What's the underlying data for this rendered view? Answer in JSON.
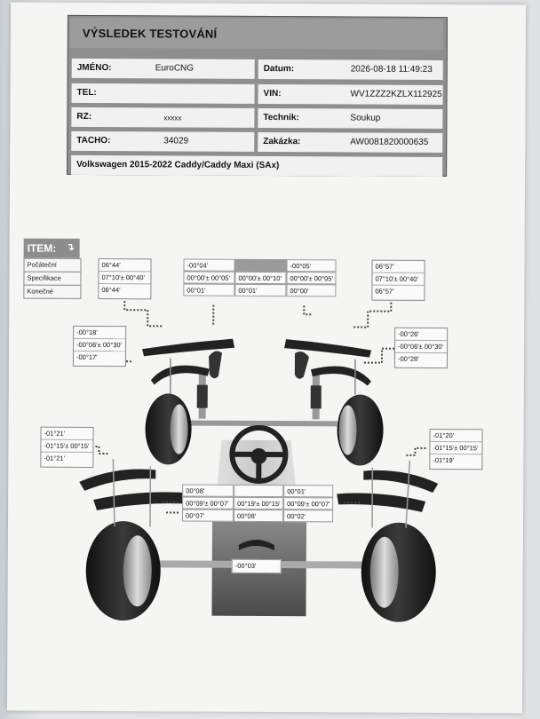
{
  "report": {
    "title": "VÝSLEDEK TESTOVÁNÍ",
    "jmeno_label": "JMÉNO:",
    "jmeno_value": "EuroCNG",
    "datum_label": "Datum:",
    "datum_value": "2026-08-18 11:49:23",
    "tel_label": "TEL:",
    "tel_value": "",
    "vin_label": "VIN:",
    "vin_value": "WV1ZZZ2KZLX112925",
    "rz_label": "RZ:",
    "rz_value": "xxxxx",
    "technik_label": "Technik:",
    "technik_value": "Soukup",
    "tacho_label": "TACHO:",
    "tacho_value": "34029",
    "zakazka_label": "Zakázka:",
    "zakazka_value": "AW0081820000635",
    "vehicle": "Volkswagen  2015-2022  Caddy/Caddy Maxi (SAx)"
  },
  "legend": {
    "title": "ITEM:",
    "rows": [
      "Počáteční",
      "Specifikace",
      "Konečné"
    ]
  },
  "front_left_camber": [
    "06°44'",
    "07°10'± 00°40'",
    "06°44'"
  ],
  "front_right_camber": [
    "06°57'",
    "07°10'± 00°40'",
    "06°57'"
  ],
  "front_toe_table": {
    "initial": [
      "-00°04'",
      "",
      "-00°05'"
    ],
    "spec": [
      "00°00'± 00°05'",
      "00°00'± 00°10'",
      "00°00'± 00°05'"
    ],
    "final": [
      "00°01'",
      "00°01'",
      "00°00'"
    ]
  },
  "front_left_caster": [
    "-00°18'",
    "-00°06'± 00°30'",
    "-00°17'"
  ],
  "front_right_caster": [
    "-00°26'",
    "-00°06'± 00°30'",
    "-00°28'"
  ],
  "rear_left_camber": [
    "-01°21'",
    "-01°15'± 00°15'",
    "-01°21'"
  ],
  "rear_right_camber": [
    "-01°20'",
    "-01°15'± 00°15'",
    "-01°19'"
  ],
  "rear_toe_table": {
    "initial": [
      "00°08'",
      "",
      "00°01'"
    ],
    "spec": [
      "00°09'± 00°07'",
      "00°19'± 00°15'",
      "00°09'± 00°07'"
    ],
    "final": [
      "00°07'",
      "00°08'",
      "00°02'"
    ]
  },
  "thrust_angle": "-00°03'"
}
